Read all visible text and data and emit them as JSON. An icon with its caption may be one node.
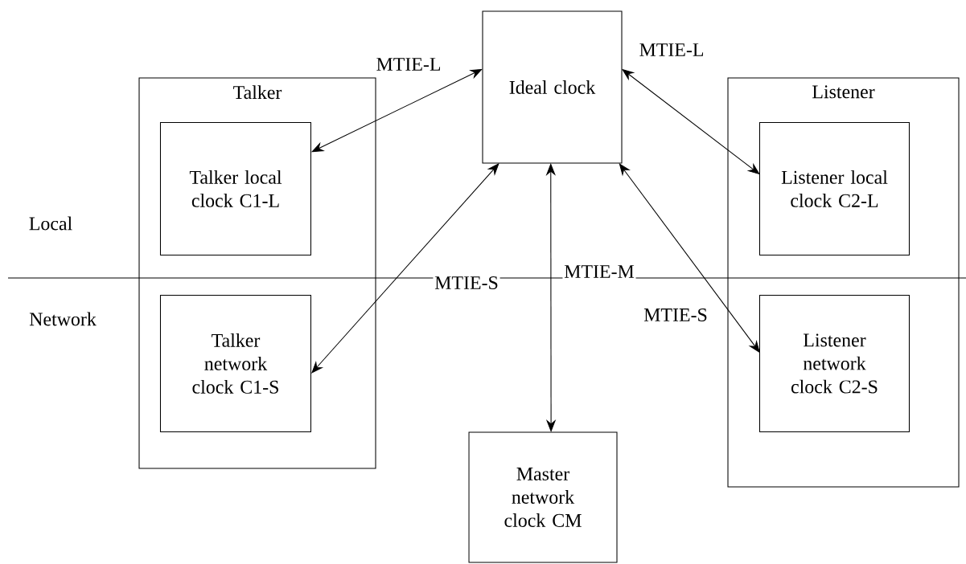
{
  "diagram": {
    "nodes": [
      {
        "text": [
          "Talker"
        ]
      },
      {
        "text": [
          "Talker local clock C1-L"
        ],
        "in": 0
      },
      {
        "text": [
          "Talker network clock C1-S"
        ],
        "in": 0
      },
      {
        "text": [
          "Ideal clock"
        ]
      },
      {
        "text": [
          "Listener"
        ]
      },
      {
        "text": [
          "Listener local clock C2-L"
        ],
        "in": 4
      },
      {
        "text": [
          "Listener network clock C2-S"
        ],
        "in": 4
      },
      {
        "text": [
          "Master network clock CM"
        ]
      }
    ],
    "edges": [
      {
        "from": 3,
        "to": 1,
        "arrow": "both",
        "label": "MTIE-L"
      },
      {
        "from": 3,
        "to": 2,
        "arrow": "both",
        "label": "MTIE-S"
      },
      {
        "from": 3,
        "to": 7,
        "arrow": "both",
        "label": "MTIE-M"
      },
      {
        "from": 3,
        "to": 5,
        "arrow": "both",
        "label": "MTIE-L"
      },
      {
        "from": 3,
        "to": 6,
        "arrow": "both",
        "label": "MTIE-S"
      }
    ],
    "labels": [
      "Local",
      "Network"
    ]
  }
}
